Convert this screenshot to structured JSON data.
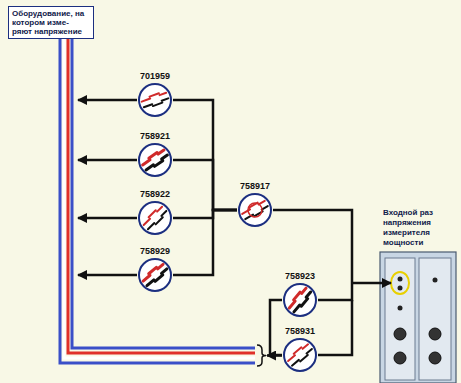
{
  "diagram": {
    "nodes": [
      {
        "text": [
          "Оборудование, на котором изме- ряют напряжение"
        ]
      },
      {
        "text": [
          "701959"
        ]
      },
      {
        "text": [
          "758921"
        ]
      },
      {
        "text": [
          "758922"
        ]
      },
      {
        "text": [
          "758929"
        ]
      },
      {
        "text": [
          "758917"
        ]
      },
      {
        "text": [
          "758923"
        ]
      },
      {
        "text": [
          "758931"
        ]
      }
    ],
    "edges": [
      {
        "from": 1,
        "to": 5,
        "arrow": "none"
      },
      {
        "from": 2,
        "to": 5,
        "arrow": "none"
      },
      {
        "from": 3,
        "to": 5,
        "arrow": "none"
      },
      {
        "from": 4,
        "to": 5,
        "arrow": "none"
      },
      {
        "from": 6,
        "to": 7,
        "arrow": "none"
      }
    ],
    "labels": [
      "Входной раз напряжения измерителя мощности"
    ]
  }
}
